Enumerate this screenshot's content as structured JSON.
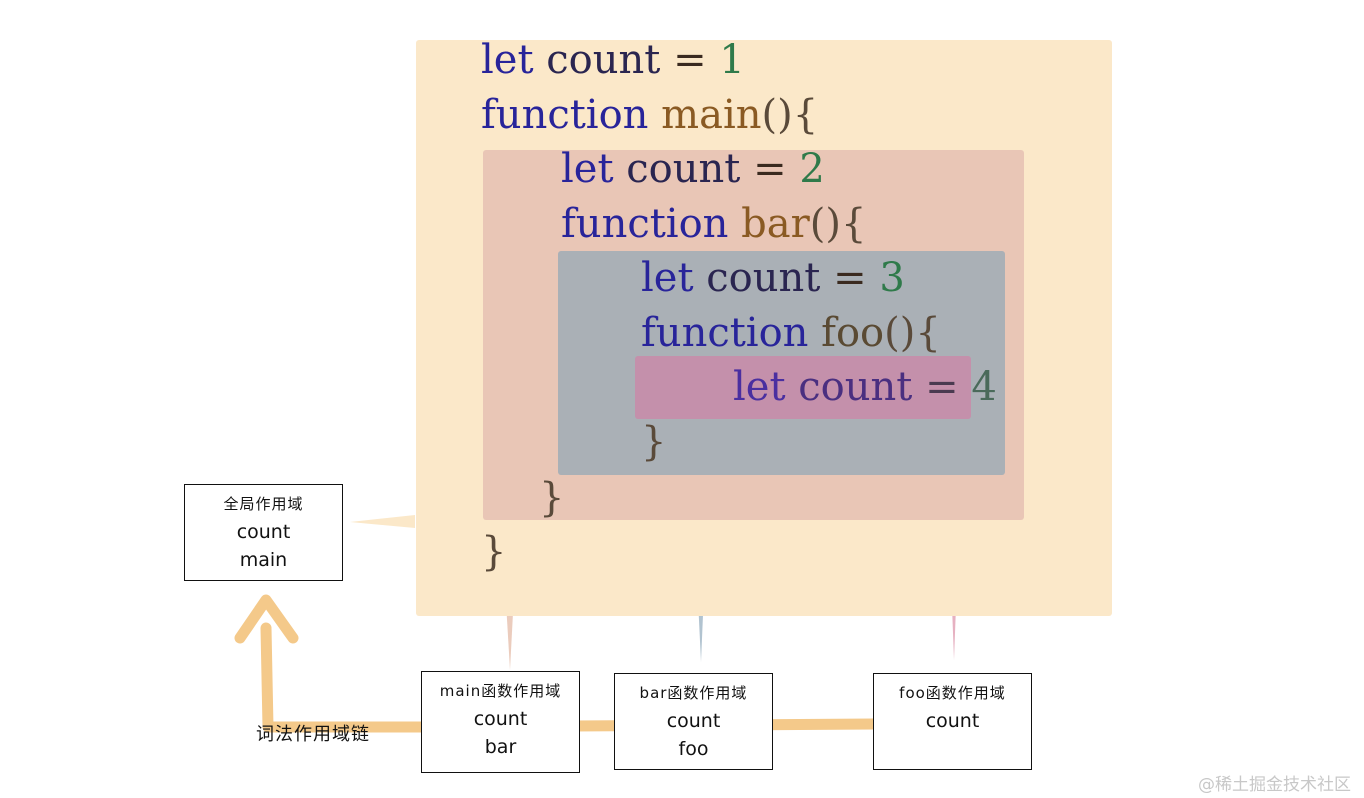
{
  "code": {
    "global_let": {
      "kw": "let",
      "name": "count",
      "op": "=",
      "value": "1"
    },
    "main_decl": {
      "kw": "function",
      "name": "main",
      "suffix": "(){"
    },
    "main_let": {
      "kw": "let",
      "name": "count",
      "op": "=",
      "value": "2"
    },
    "bar_decl": {
      "kw": "function",
      "name": "bar",
      "suffix": "(){"
    },
    "bar_let": {
      "kw": "let",
      "name": "count",
      "op": "=",
      "value": "3"
    },
    "foo_decl": {
      "kw": "function",
      "name": "foo",
      "suffix": "(){"
    },
    "foo_let": {
      "kw": "let",
      "name": "count",
      "op": "=",
      "value": "4"
    },
    "close_brace": "}"
  },
  "scopes": {
    "global": {
      "title": "全局作用域",
      "vars": [
        "count",
        "main"
      ]
    },
    "main": {
      "title": "main函数作用域",
      "vars": [
        "count",
        "bar"
      ]
    },
    "bar": {
      "title": "bar函数作用域",
      "vars": [
        "count",
        "foo"
      ]
    },
    "foo": {
      "title": "foo函数作用域",
      "vars": [
        "count"
      ]
    }
  },
  "chain_label": "词法作用域链",
  "watermark": "@稀土掘金技术社区",
  "colors": {
    "global_scope": "#fbe8c9",
    "main_scope": "#e9c6b6",
    "bar_scope": "#aab0b6",
    "foo_scope": "#c490ab",
    "chain": "#f4c98a"
  }
}
